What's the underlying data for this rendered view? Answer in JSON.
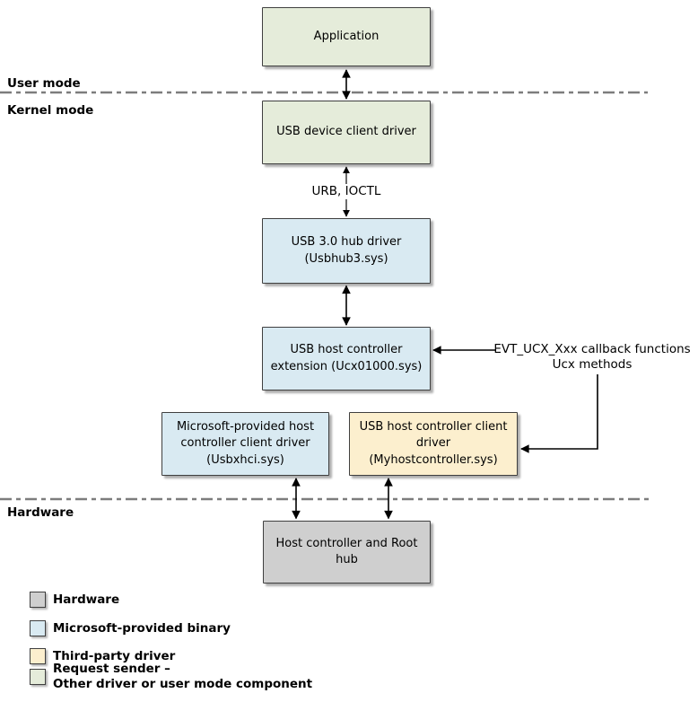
{
  "diagram": {
    "mode_labels": {
      "user": "User mode",
      "kernel": "Kernel mode",
      "hardware": "Hardware"
    },
    "nodes": {
      "application": {
        "lines": [
          "Application"
        ],
        "fill": "#e5ecda"
      },
      "device_client": {
        "lines": [
          "USB device client driver"
        ],
        "fill": "#e5ecda"
      },
      "hub": {
        "lines": [
          "USB 3.0 hub driver",
          "(Usbhub3.sys)"
        ],
        "fill": "#d9eaf2"
      },
      "ucx_extension": {
        "lines": [
          "USB host controller",
          "extension (Ucx01000.sys)"
        ],
        "fill": "#d9eaf2"
      },
      "ms_client": {
        "lines": [
          "Microsoft-provided host",
          "controller client driver",
          "(Usbxhci.sys)"
        ],
        "fill": "#d9eaf2"
      },
      "third_party_client": {
        "lines": [
          "USB host controller client",
          "driver",
          "(Myhostcontroller.sys)"
        ],
        "fill": "#fcefce"
      },
      "host_controller": {
        "lines": [
          "Host controller and Root",
          "hub"
        ],
        "fill": "#cfcfcf"
      }
    },
    "connector_labels": {
      "urb_ioctl": "URB, IOCTL",
      "ucx_callbacks": [
        "EVT_UCX_Xxx callback functions",
        "Ucx methods"
      ]
    }
  },
  "legend": {
    "items": [
      {
        "label_lines": [
          "Hardware"
        ],
        "color": "#cfcfcf"
      },
      {
        "label_lines": [
          "Microsoft-provided binary"
        ],
        "color": "#d9eaf2"
      },
      {
        "label_lines": [
          "Third-party driver"
        ],
        "color": "#fcefce"
      },
      {
        "label_lines": [
          "Request sender –",
          "Other driver or user mode component"
        ],
        "color": "#e5ecda"
      }
    ]
  },
  "colors": {
    "node_border": "#3f3f3f",
    "divider": "#7d7d7d",
    "arrow": "#000000",
    "background": "#ffffff"
  }
}
